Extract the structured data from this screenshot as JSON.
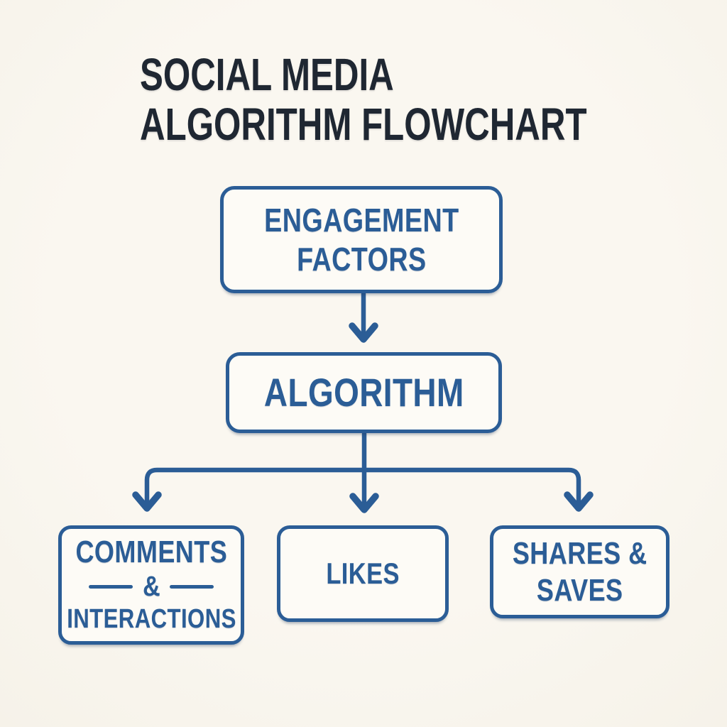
{
  "theme": {
    "background": "#faf7f0",
    "accent_blue": "#2b5d96",
    "title_color": "#1f2732",
    "node_fill": "#fdfbf6"
  },
  "title": {
    "line1": "SOCIAL MEDIA",
    "line2": "ALGORITHM FLOWCHART"
  },
  "flowchart": {
    "nodes": [
      {
        "id": "engagement-factors",
        "label": "ENGAGEMENT FACTORS",
        "lines": [
          "ENGAGEMENT",
          "FACTORS"
        ]
      },
      {
        "id": "algorithm",
        "label": "ALGORITHM",
        "lines": [
          "ALGORITHM"
        ]
      },
      {
        "id": "comments-interactions",
        "label": "COMMENTS & INTERACTIONS",
        "lines": [
          "COMMENTS",
          "&",
          "INTERACTIONS"
        ]
      },
      {
        "id": "likes",
        "label": "LIKES",
        "lines": [
          "LIKES"
        ]
      },
      {
        "id": "shares-saves",
        "label": "SHARES & SAVES",
        "lines": [
          "SHARES &",
          "SAVES"
        ]
      }
    ],
    "edges": [
      {
        "from": "engagement-factors",
        "to": "algorithm"
      },
      {
        "from": "algorithm",
        "to": "comments-interactions"
      },
      {
        "from": "algorithm",
        "to": "likes"
      },
      {
        "from": "algorithm",
        "to": "shares-saves"
      }
    ]
  }
}
